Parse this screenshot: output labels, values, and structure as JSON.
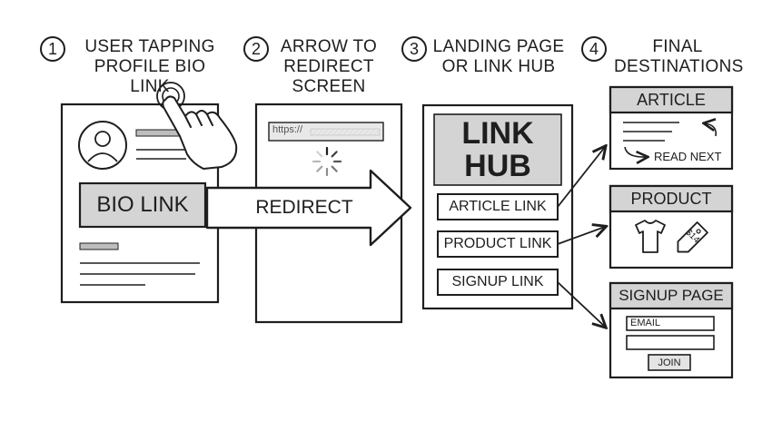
{
  "steps": [
    {
      "number": "1",
      "title_line1": "USER TAPPING",
      "title_line2": "PROFILE BIO LINK"
    },
    {
      "number": "2",
      "title_line1": "ARROW TO",
      "title_line2": "REDIRECT",
      "title_line3": "SCREEN"
    },
    {
      "number": "3",
      "title_line1": "LANDING PAGE",
      "title_line2": "OR LINK HUB"
    },
    {
      "number": "4",
      "title_line1": "FINAL",
      "title_line2": "DESTINATIONS"
    }
  ],
  "profile": {
    "bio_link_label": "BIO LINK"
  },
  "redirect": {
    "arrow_label": "REDIRECT",
    "url_text": "https://"
  },
  "hub": {
    "title_line1": "LINK",
    "title_line2": "HUB",
    "links": [
      "ARTICLE LINK",
      "PRODUCT LINK",
      "SIGNUP LINK"
    ]
  },
  "destinations": {
    "article": {
      "title": "ARTICLE",
      "read_next": "READ NEXT"
    },
    "product": {
      "title": "PRODUCT",
      "price_tag": "$14"
    },
    "signup": {
      "title": "SIGNUP PAGE",
      "email_label": "EMAIL",
      "join_label": "JOIN"
    }
  }
}
